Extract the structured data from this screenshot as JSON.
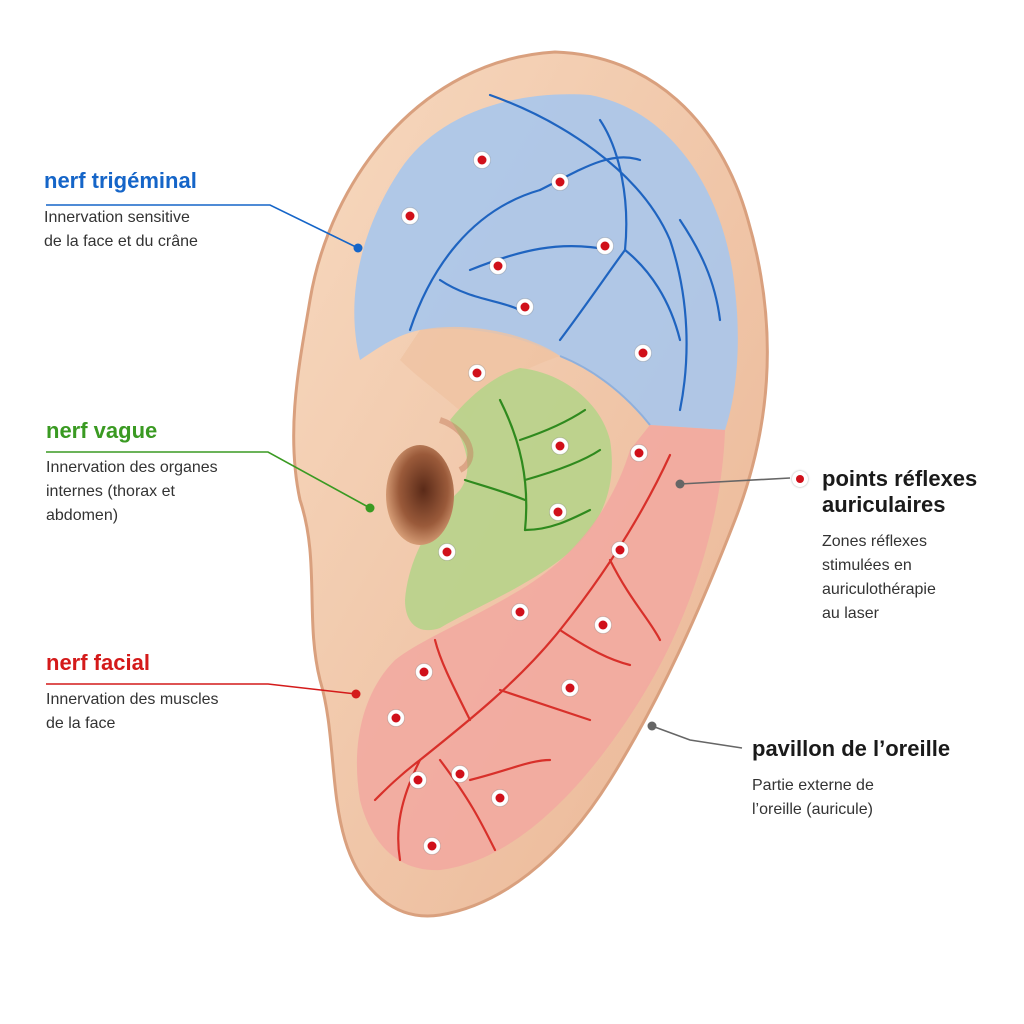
{
  "colors": {
    "trigeminal": "#1565c8",
    "vagus": "#3a9a22",
    "facial": "#d41a1a",
    "point_red": "#d0101a",
    "skin": "#f2c9a8",
    "pavillon_line": "#666666"
  },
  "labels": {
    "trigeminal": {
      "title": "nerf trigéminal",
      "desc_line1": "Innervation sensitive",
      "desc_line2": "de la face et du crâne"
    },
    "vagus": {
      "title": "nerf vague",
      "desc_line1": "Innervation des organes",
      "desc_line2": "internes (thorax et",
      "desc_line3": "abdomen)"
    },
    "facial": {
      "title": "nerf facial",
      "desc_line1": "Innervation des muscles",
      "desc_line2": "de la face"
    },
    "points": {
      "title_line1": "points réflexes",
      "title_line2": "auriculaires",
      "desc_line1": "Zones réflexes",
      "desc_line2": "stimulées en",
      "desc_line3": "auriculothérapie",
      "desc_line4": "au laser"
    },
    "pavillon": {
      "title": "pavillon de l’oreille",
      "desc_line1": "Partie externe de",
      "desc_line2": "l’oreille (auricule)"
    }
  }
}
